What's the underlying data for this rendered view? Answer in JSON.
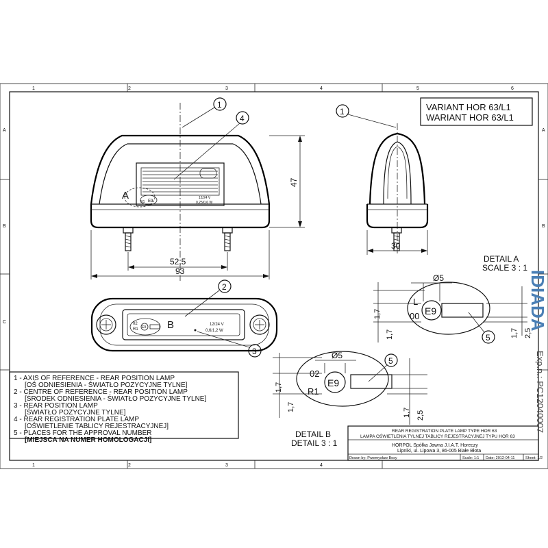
{
  "frame": {
    "col_labels": [
      "1",
      "2",
      "3",
      "4",
      "5",
      "6"
    ],
    "row_labels": [
      "A",
      "B",
      "C"
    ]
  },
  "variant": {
    "line1": "VARIANT HOR 63/L1",
    "line2": "WARIANT HOR 63/L1"
  },
  "front_view": {
    "callout_1": "1",
    "callout_4": "4",
    "detail_marker": "A",
    "dim_height": "47",
    "dim_hole_spacing": "52,5",
    "dim_width": "93",
    "label_line1": "12/24 V",
    "label_line2": "0,25/0,6 W",
    "mark_left": "R1",
    "mark_circle": "E9"
  },
  "side_view": {
    "callout_1": "1",
    "dim_depth": "30"
  },
  "bottom_view": {
    "callout_2": "2",
    "callout_3": "3",
    "detail_marker": "B",
    "mark_top": "02",
    "mark_bottom": "R1",
    "mark_circle": "E9",
    "label_line1": "12/24 V",
    "label_line2": "0,6/1,2 W"
  },
  "detail_a": {
    "title1": "DETAIL A",
    "title2": "SCALE 3 : 1",
    "dia": "Ø5",
    "letter_top": "L",
    "letter_bottom": "00",
    "circle": "E9",
    "callout_5": "5",
    "dim_left_1": "1,7",
    "dim_left_2": "1,7",
    "dim_right_1": "1,7",
    "dim_right_2": "2,5"
  },
  "detail_b": {
    "title1": "DETAIL B",
    "title2": "DETAIL 3 : 1",
    "dia": "Ø5",
    "letter_top": "02",
    "letter_bottom": "R1",
    "circle": "E9",
    "callout_5": "5",
    "dim_left_1": "1,7",
    "dim_left_2": "1,7",
    "dim_right_1": "1,7",
    "dim_right_2": "2,5"
  },
  "legend": [
    "1 - AXIS OF REFERENCE - REAR POSITION LAMP",
    "[OŚ ODNIESIENIA - ŚWIATŁO POZYCYJNE TYLNE]",
    "2 - CENTRE OF REFERENCE - REAR POSITION LAMP",
    "[ŚRODEK ODNIESIENIA - ŚWIATŁO POZYCYJNE TYLNE]",
    "3 - REAR POSITION LAMP",
    "[ŚWIATŁO POZYCYJNE TYLNE]",
    "4 - REAR REGISTRATION PLATE LAMP",
    "[OŚWIETLENIE TABLICY REJESTRACYJNEJ]",
    "5 - PLACES FOR THE APPROVAL NUMBER",
    "[MIEJSCA NA NUMER HOMOLOGACJI]"
  ],
  "title_block": {
    "title_en": "REAR REGISTRATION PLATE LAMP TYPE HOR 63",
    "title_pl": "LAMPA OŚWIETLENIA TYLNEJ TABLICY REJESTRACYJNEJ TYPU HOR 63",
    "company": "HORPOL Spółka Jawna   J.I.A.T. Horeczy",
    "address": "Lipniki, ul. Lipowa 3, 86-005 Białe Błota",
    "drawn_by": "Drawn by:  Przemysław Bosy",
    "scale": "Scale: 1:1",
    "date": "Date: 2012-04-11",
    "sheet": "Sheet: 1/2"
  },
  "stamp": {
    "logo": "IDIADA",
    "ref": "Exp.n.: PC12040007"
  }
}
